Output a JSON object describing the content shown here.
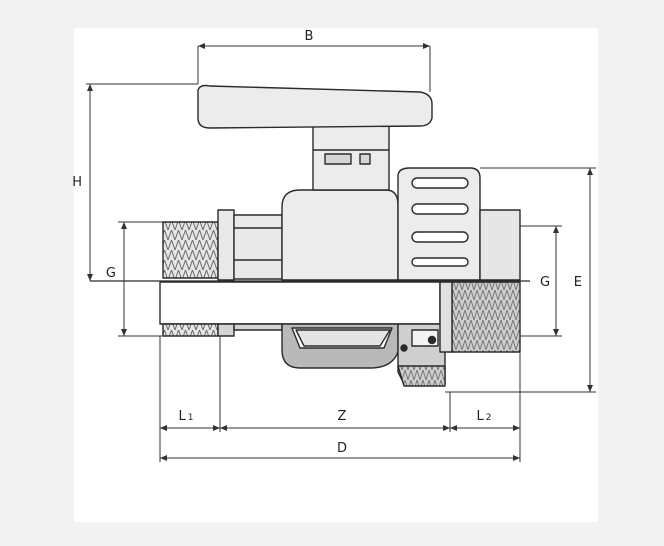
{
  "diagram": {
    "labels": {
      "B": "B",
      "H": "H",
      "G_left": "G",
      "G_right": "G",
      "E": "E",
      "L1_main": "L",
      "L1_sub": "1",
      "Z": "Z",
      "L2_main": "L",
      "L2_sub": "2",
      "D": "D"
    },
    "colors": {
      "outline": "#2a2a2a",
      "fill_light": "#ececec",
      "fill_mid": "#cfcfcf",
      "fill_dark": "#b5b5b5",
      "dim_line": "#333333",
      "sheet": "#ffffff",
      "backdrop": "#f2f2f2"
    }
  }
}
